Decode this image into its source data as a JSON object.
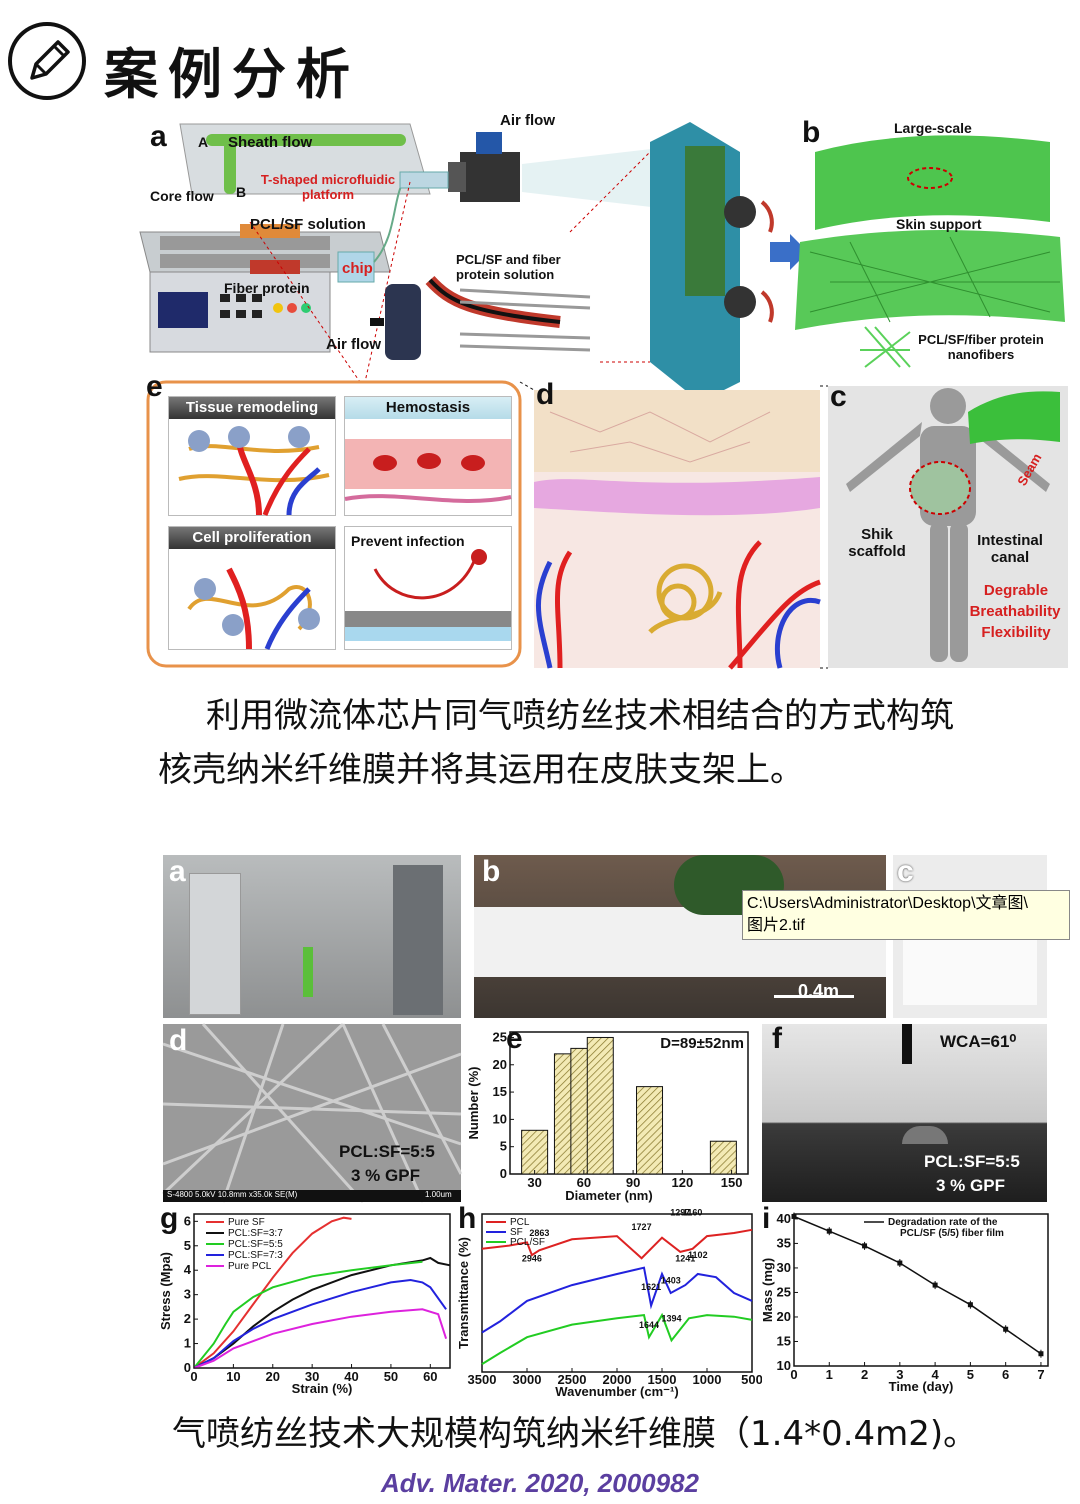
{
  "header": {
    "title": "案例分析",
    "icon": "pencil-icon"
  },
  "figure1": {
    "label_a": "a",
    "label_b": "b",
    "label_c": "c",
    "label_d": "d",
    "label_e": "e",
    "sheath_flow": "Sheath flow",
    "sheath_A": "A",
    "core_flow": "Core flow",
    "core_B": "B",
    "tshaped": "T-shaped microfluidic platform",
    "pcl_sf_solution": "PCL/SF solution",
    "fiber_protein": "Fiber protein",
    "chip": "chip",
    "air_flow_top": "Air flow",
    "air_flow_bottom": "Air flow",
    "pcl_sf_fiber_solution": "PCL/SF and fiber protein solution",
    "large_scale": "Large-scale",
    "skin_support": "Skin support",
    "nanofibers": "PCL/SF/fiber protein nanofibers",
    "tissue_remodeling": "Tissue remodeling",
    "hemostasis": "Hemostasis",
    "cell_proliferation": "Cell proliferation",
    "prevent_infection": "Prevent infection",
    "skin_scaffold": "Shik scaffold",
    "intestinal_canal": "Intestinal canal",
    "seam": "Seam",
    "degradable": "Degrable",
    "breathability": "Breathability",
    "flexibility": "Flexibility"
  },
  "caption1_line1": "利用微流体芯片同气喷纺丝技术相结合的方式构筑",
  "caption1_line2": "核壳纳米纤维膜并将其运用在皮肤支架上。",
  "figure2": {
    "label_a": "a",
    "label_b": "b",
    "label_c": "c",
    "label_d": "d",
    "label_e": "e",
    "label_f": "f",
    "label_g": "g",
    "label_h": "h",
    "label_i": "i",
    "scale_bar": "0.4m",
    "tooltip_line1": "C:\\Users\\Administrator\\Desktop\\文章图\\",
    "tooltip_line2": "图片2.tif",
    "sem_ratio": "PCL:SF=5:5",
    "sem_gpf": "3 % GPF",
    "sem_footer": "S-4800 5.0kV 10.8mm x35.0k SE(M)",
    "sem_scale": "1.00um",
    "wca": "WCA=61⁰",
    "f_ratio": "PCL:SF=5:5",
    "f_gpf": "3 % GPF"
  },
  "chart_data": [
    {
      "type": "bar",
      "panel": "e",
      "annotation": "D=89±52nm",
      "xlabel": "Diameter (nm)",
      "ylabel": "Number (%)",
      "x_ticks": [
        30,
        60,
        90,
        120,
        150
      ],
      "y_ticks": [
        0,
        5,
        10,
        15,
        20,
        25
      ],
      "bins": [
        {
          "center": 30,
          "value": 8
        },
        {
          "center": 50,
          "value": 22
        },
        {
          "center": 60,
          "value": 23
        },
        {
          "center": 70,
          "value": 25
        },
        {
          "center": 100,
          "value": 16
        },
        {
          "center": 145,
          "value": 6
        }
      ],
      "xlim": [
        15,
        160
      ],
      "ylim": [
        0,
        26
      ]
    },
    {
      "type": "line",
      "panel": "g",
      "xlabel": "Strain (%)",
      "ylabel": "Stress (Mpa)",
      "x_ticks": [
        0,
        10,
        20,
        30,
        40,
        50,
        60
      ],
      "y_ticks": [
        0,
        1,
        2,
        3,
        4,
        5,
        6
      ],
      "xlim": [
        0,
        65
      ],
      "ylim": [
        0,
        6.3
      ],
      "series": [
        {
          "name": "Pure SF",
          "color": "#e53030",
          "x": [
            0,
            5,
            10,
            15,
            20,
            25,
            30,
            35,
            38,
            40
          ],
          "y": [
            0,
            0.6,
            1.5,
            2.6,
            3.7,
            4.7,
            5.5,
            6.0,
            6.15,
            6.1
          ]
        },
        {
          "name": "PCL:SF=3:7",
          "color": "#111111",
          "x": [
            0,
            5,
            10,
            15,
            20,
            25,
            30,
            40,
            50,
            58,
            60,
            62,
            65
          ],
          "y": [
            0,
            0.4,
            1.0,
            1.7,
            2.3,
            2.8,
            3.2,
            3.8,
            4.2,
            4.4,
            4.5,
            4.3,
            4.2
          ]
        },
        {
          "name": "PCL:SF=5:5",
          "color": "#22cc22",
          "x": [
            0,
            5,
            8,
            10,
            15,
            20,
            30,
            40,
            50,
            58
          ],
          "y": [
            0,
            1.0,
            1.8,
            2.3,
            2.9,
            3.3,
            3.75,
            4.0,
            4.2,
            4.35
          ]
        },
        {
          "name": "PCL:SF=7:3",
          "color": "#2222dd",
          "x": [
            0,
            5,
            10,
            15,
            20,
            30,
            40,
            50,
            55,
            58,
            60,
            64
          ],
          "y": [
            0,
            0.4,
            1.1,
            1.6,
            2.0,
            2.6,
            3.1,
            3.5,
            3.6,
            3.5,
            3.3,
            2.4
          ]
        },
        {
          "name": "Pure PCL",
          "color": "#dd22dd",
          "x": [
            0,
            5,
            10,
            20,
            30,
            40,
            50,
            58,
            62,
            64
          ],
          "y": [
            0,
            0.3,
            0.8,
            1.4,
            1.8,
            2.1,
            2.3,
            2.4,
            2.2,
            1.2
          ]
        }
      ]
    },
    {
      "type": "line",
      "panel": "h",
      "xlabel": "Wavenumber (cm⁻¹)",
      "ylabel": "Transmittance (%)",
      "x_ticks": [
        3500,
        3000,
        2500,
        2000,
        1500,
        1000,
        500
      ],
      "xlim": [
        3500,
        500
      ],
      "annotations": [
        "2946",
        "2863",
        "1727",
        "1297",
        "1160",
        "1241",
        "1102",
        "1621",
        "1403",
        "1644",
        "1394"
      ],
      "series": [
        {
          "name": "PCL",
          "color": "#dd2222",
          "x": [
            3500,
            3200,
            3000,
            2946,
            2863,
            2500,
            2000,
            1727,
            1500,
            1297,
            1160,
            1000,
            700,
            500
          ],
          "y": [
            0.78,
            0.8,
            0.82,
            0.74,
            0.77,
            0.84,
            0.86,
            0.72,
            0.85,
            0.76,
            0.78,
            0.86,
            0.88,
            0.9
          ]
        },
        {
          "name": "SF",
          "color": "#2222dd",
          "x": [
            3500,
            3300,
            3000,
            2500,
            2000,
            1700,
            1621,
            1500,
            1403,
            1241,
            1102,
            900,
            700,
            500
          ],
          "y": [
            0.25,
            0.32,
            0.45,
            0.55,
            0.62,
            0.66,
            0.42,
            0.62,
            0.5,
            0.55,
            0.62,
            0.6,
            0.5,
            0.45
          ]
        },
        {
          "name": "PCL/SF",
          "color": "#22cc22",
          "x": [
            3500,
            3300,
            3000,
            2500,
            2000,
            1700,
            1644,
            1500,
            1394,
            1200,
            1000,
            700,
            500
          ],
          "y": [
            0.05,
            0.12,
            0.22,
            0.3,
            0.34,
            0.36,
            0.22,
            0.36,
            0.2,
            0.34,
            0.36,
            0.35,
            0.33
          ]
        }
      ]
    },
    {
      "type": "line",
      "panel": "i",
      "xlabel": "Time (day)",
      "ylabel": "Mass (mg)",
      "x_ticks": [
        0,
        1,
        2,
        3,
        4,
        5,
        6,
        7
      ],
      "y_ticks": [
        10,
        15,
        20,
        25,
        30,
        35,
        40
      ],
      "xlim": [
        0,
        7.2
      ],
      "ylim": [
        10,
        41
      ],
      "series": [
        {
          "name": "Degradation rate of the PCL/SF (5/5) fiber film",
          "color": "#111111",
          "x": [
            0,
            1,
            2,
            3,
            4,
            5,
            6,
            7
          ],
          "y": [
            40.5,
            37.5,
            34.5,
            31.0,
            26.5,
            22.5,
            17.5,
            12.5
          ]
        }
      ]
    }
  ],
  "caption2": "气喷纺丝技术大规模构筑纳米纤维膜（1.4*0.4m2)。",
  "citation": "Adv. Mater. 2020, 2000982"
}
